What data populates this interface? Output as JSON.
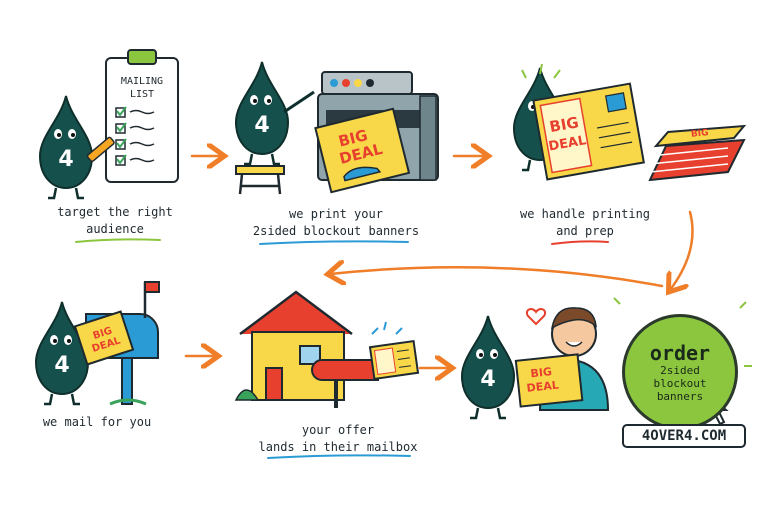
{
  "clipboard": {
    "line1": "MAILING",
    "line2": "LIST"
  },
  "mascot_label": "4",
  "flyer": {
    "line1": "BIG",
    "line2": "DEAL"
  },
  "steps": [
    {
      "line1": "target the right",
      "line2": "audience"
    },
    {
      "line1": "we print your",
      "line2": "2sided blockout banners"
    },
    {
      "line1": "we handle printing",
      "line2": "and prep"
    },
    {
      "line1": "we mail for you",
      "line2": ""
    },
    {
      "line1": "your offer",
      "line2": "lands in their mailbox"
    }
  ],
  "cta": {
    "title": "order",
    "line1": "2sided",
    "line2": "blockout",
    "line3": "banners",
    "url": "4OVER4.COM"
  },
  "colors": {
    "mascot": "#16504c",
    "arrow": "#f07d28",
    "flyer_yellow": "#f8d849",
    "flyer_red": "#e8402e",
    "cta_green": "#8cc63f",
    "underline_green": "#8cc63f",
    "underline_blue": "#2b9bd6",
    "underline_red": "#e8402e"
  }
}
